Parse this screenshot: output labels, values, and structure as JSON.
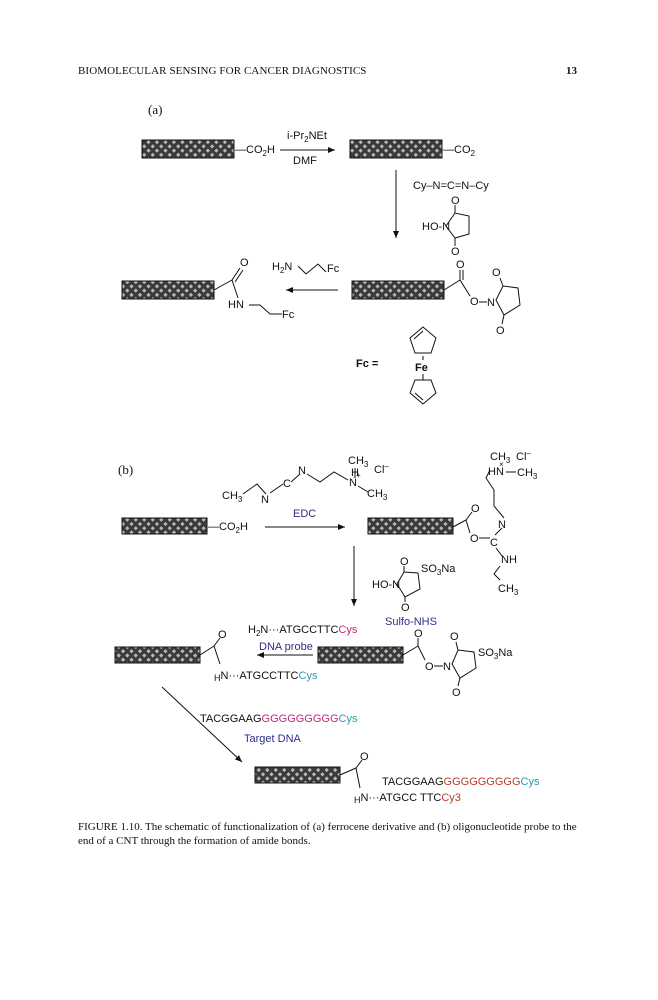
{
  "header": {
    "title": "BIOMOLECULAR SENSING FOR CANCER DIAGNOSTICS",
    "page_number": "13"
  },
  "scheme_a": {
    "panel_label": "(a)",
    "step1_reagent": "i-Pr",
    "step1_reagent_sub": "2",
    "step1_reagent_tail": "NEt",
    "step1_solvent": "DMF",
    "cnt_group_start": "—CO",
    "cnt_group_start_sub": "2",
    "cnt_group_start_tail": "H",
    "cnt_group_product": "—CO",
    "cnt_group_product_sub": "2",
    "step2_reagent": "Cy–N=C=N–Cy",
    "nhs_ho": "HO-N",
    "o_label": "O",
    "n_label": "N",
    "amine_reagent_h": "H",
    "amine_reagent_sub": "2",
    "amine_reagent_n": "N",
    "fc_short": "Fc",
    "hn_label": "HN",
    "fc_label": "Fc =",
    "fe_label": "Fe"
  },
  "scheme_b": {
    "panel_label": "(b)",
    "ch3": "CH",
    "ch3_sub": "3",
    "cl_minus": "Cl",
    "cl_sup": "–",
    "n_plus": "N",
    "plus": "+",
    "h_label": "H",
    "edc": "EDC",
    "cnt_group": "—CO",
    "cnt_group_sub": "2",
    "cnt_group_tail": "H",
    "nh_label": "NH",
    "so3na": "SO",
    "so3na_sub": "3",
    "so3na_tail": "Na",
    "ho_n": "HO-N",
    "sulfo_nhs": "Sulfo-NHS",
    "probe_amine": "H",
    "probe_amine_sub": "2",
    "probe_amine_tail": "N···ATGCCTTC",
    "cys": "Cys",
    "dna_probe": "DNA probe",
    "hn_probe": "N···ATGCCTTC",
    "target_seq_black": "TACGGAAG",
    "target_seq_g": "GGGGGGGGG",
    "target_dna": "Target DNA",
    "final_top_black": "TACGGAAG",
    "final_top_g": "GGGGGGGGG",
    "final_bottom": "N···ATGCC TTC",
    "cy3": "Cy3"
  },
  "caption": {
    "text": "FIGURE 1.10.  The schematic of functionalization of (a) ferrocene derivative and (b) oligonucleotide probe to the end of a CNT through the formation of amide bonds."
  },
  "colors": {
    "magenta": "#c02a7a",
    "teal": "#2a9aa8",
    "red": "#c0392b",
    "blue": "#2e2e8a"
  }
}
